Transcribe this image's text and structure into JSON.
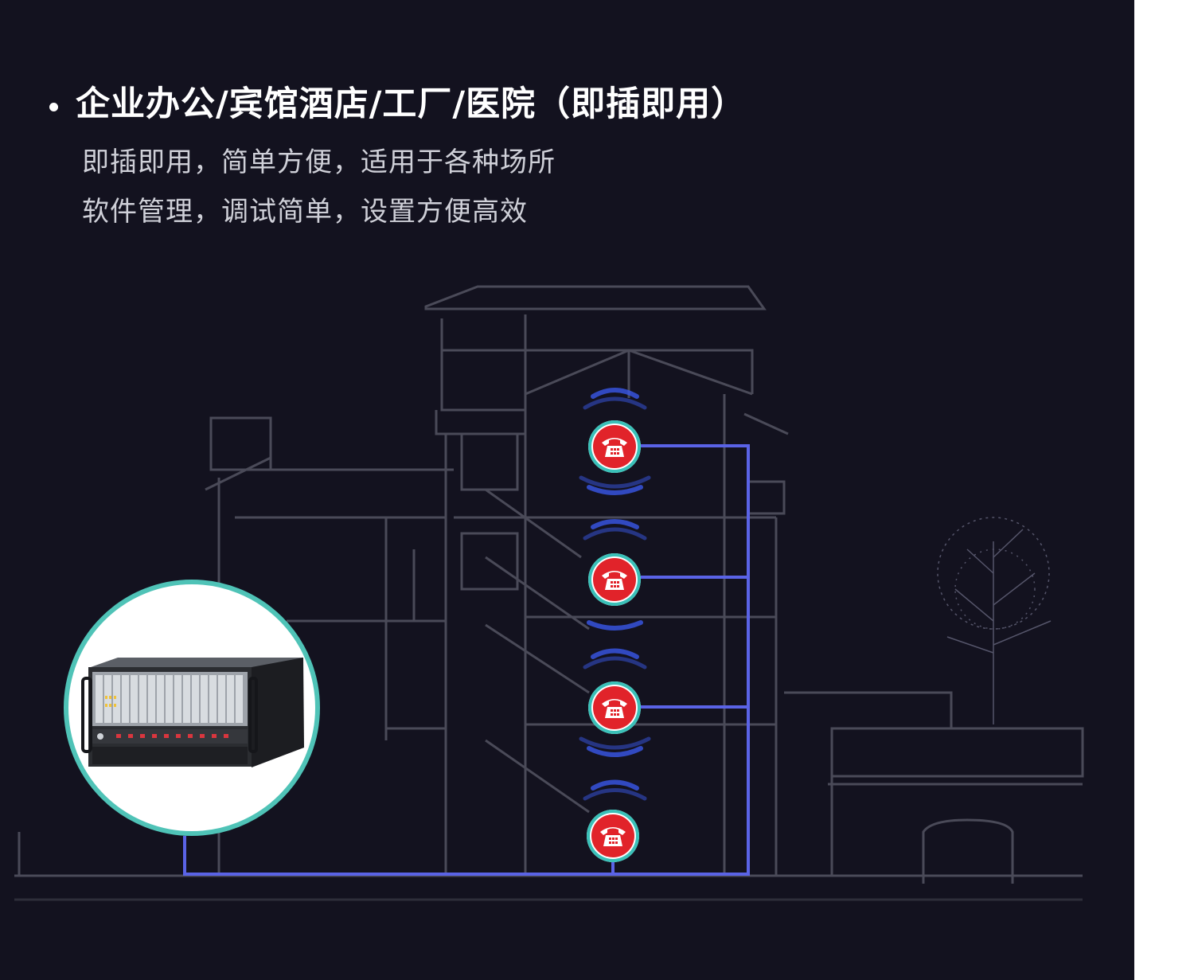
{
  "heading": {
    "title": "企业办公/宾馆酒店/工厂/医院（即插即用）"
  },
  "descriptions": [
    "即插即用，简单方便，适用于各种场所",
    "软件管理，调试简单，设置方便高效"
  ],
  "colors": {
    "background": "#13121f",
    "line": "#5a63e6",
    "phone": "#e1232a",
    "ring": "#4fc3b7"
  },
  "icons": [
    "telephone-icon",
    "pbx-device-image",
    "building-illustration",
    "tree-illustration"
  ]
}
